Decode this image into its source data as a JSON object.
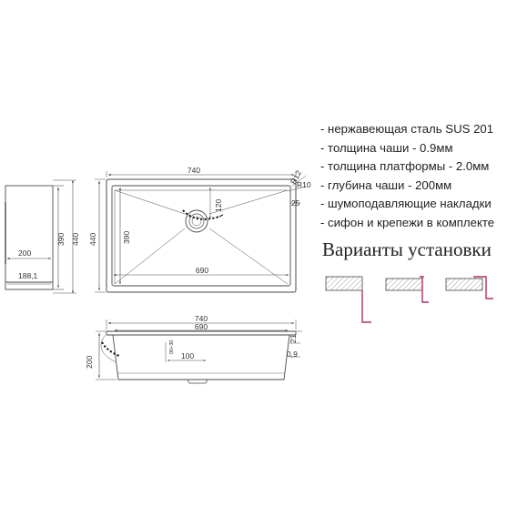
{
  "specs": {
    "items": [
      "- нержавеющая сталь SUS 201",
      "- толщина чаши - 0.9мм",
      "- толщина платформы - 2.0мм",
      "- глубина чаши - 200мм",
      "- шумоподавляющие накладки",
      "- сифон и крепежи в комплекте"
    ]
  },
  "install": {
    "title": "Варианты установки"
  },
  "drawing": {
    "colors": {
      "line": "#4a4a4a",
      "accent": "#b0306a"
    },
    "top_view": {
      "overall_width": "740",
      "overall_height": "440",
      "bowl_width": "690",
      "bowl_height": "390",
      "corner_radius_outer": "R12",
      "corner_radius_inner": "R10",
      "rim_offset": "25",
      "drain_offset": "120"
    },
    "side_view": {
      "height_outer": "390",
      "height_inner": "440",
      "depth": "200",
      "width": "188,1"
    },
    "front_view": {
      "overall_width": "740",
      "bowl_width": "690",
      "depth": "200",
      "rim_height": "21",
      "thickness": "0,9",
      "drain_distance": "100",
      "drain_label": "00+30"
    }
  }
}
